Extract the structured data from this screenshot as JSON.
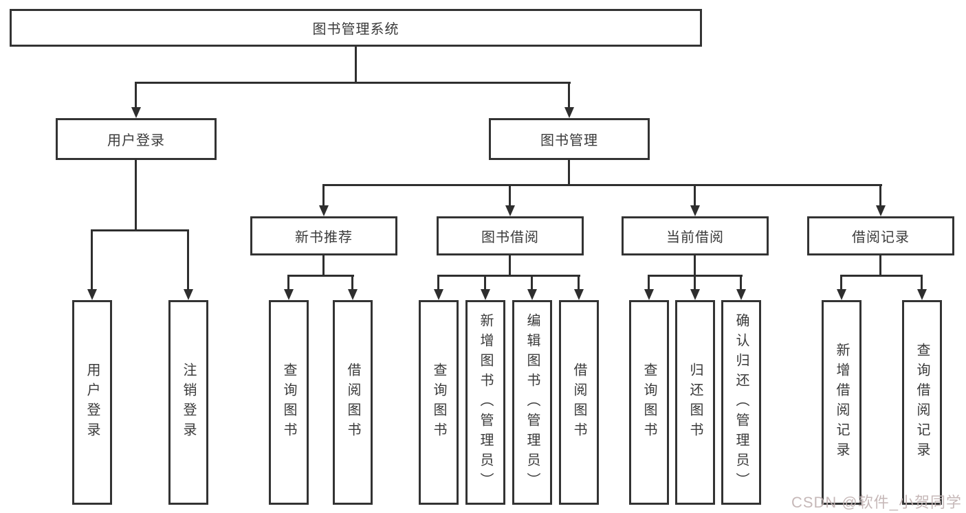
{
  "diagram": {
    "root": {
      "label": "图书管理系统"
    },
    "login": {
      "label": "用户登录",
      "children": [
        "用户登录",
        "注销登录"
      ]
    },
    "management": {
      "label": "图书管理"
    },
    "sections": [
      {
        "label": "新书推荐",
        "children": [
          "查询图书",
          "借阅图书"
        ]
      },
      {
        "label": "图书借阅",
        "children": [
          "查询图书",
          "新增图书（管理员）",
          "编辑图书（管理员）",
          "借阅图书"
        ]
      },
      {
        "label": "当前借阅",
        "children": [
          "查询图书",
          "归还图书",
          "确认归还（管理员）"
        ]
      },
      {
        "label": "借阅记录",
        "children": [
          "新增借阅记录",
          "查询借阅记录"
        ]
      }
    ],
    "colors": {
      "line": "#2e2e2e",
      "box_border": "#333333",
      "box_background": "#ffffff",
      "text": "#3a3a3a",
      "watermark": "#c2b3b3"
    }
  },
  "watermark": {
    "text": "CSDN @软件_小贺同学"
  }
}
